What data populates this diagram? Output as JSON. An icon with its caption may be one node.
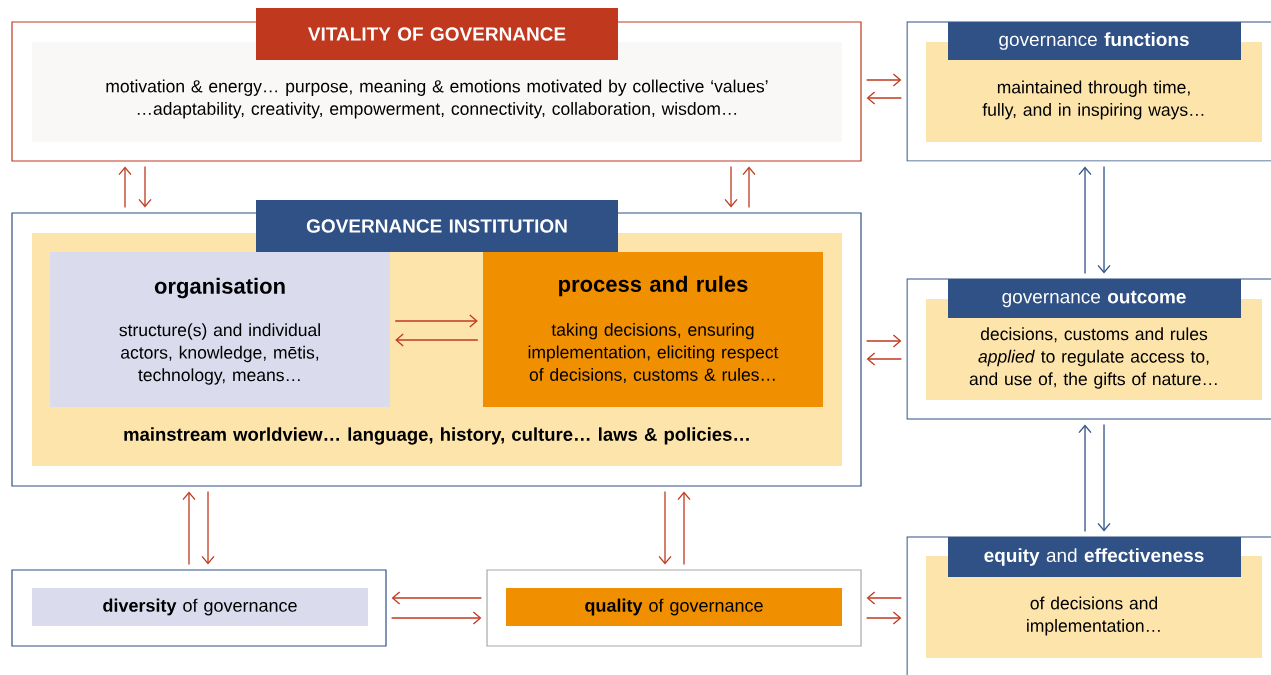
{
  "diagram": {
    "nodes": [
      {
        "text": [
          "VITALITY OF GOVERNANCE",
          "motivation & energy… purpose, meaning & emotions motivated by collective ‘values’ …adaptability, creativity, empowerment, connectivity, collaboration, wisdom…"
        ]
      },
      {
        "text": [
          "governance **functions**",
          "maintained through time, fully, and in inspiring ways…"
        ]
      },
      {
        "text": [
          "GOVERNANCE INSTITUTION",
          "mainstream worldview… language, history, culture… laws & policies…"
        ]
      },
      {
        "text": [
          "organisation",
          "structure(s) and individual actors, knowledge, mētis, technology, means…"
        ],
        "in": 2
      },
      {
        "text": [
          "process and rules",
          "taking decisions, ensuring implementation, eliciting respect of decisions, customs & rules…"
        ],
        "in": 2
      },
      {
        "text": [
          "governance **outcome**",
          "decisions, customs and rules *applied* to regulate access to, and use of, the gifts of nature…"
        ]
      },
      {
        "text": [
          "**diversity** of governance"
        ]
      },
      {
        "text": [
          "**quality** of governance"
        ]
      },
      {
        "text": [
          "**equity** and **effectiveness**",
          "of decisions and implementation…"
        ]
      }
    ],
    "edges": [
      {
        "from": 0,
        "to": 1,
        "arrow": "to"
      },
      {
        "from": 1,
        "to": 0,
        "arrow": "to"
      },
      {
        "from": 2,
        "to": 0,
        "arrow": "to"
      },
      {
        "from": 0,
        "to": 2,
        "arrow": "to"
      },
      {
        "from": 0,
        "to": 2,
        "arrow": "to"
      },
      {
        "from": 2,
        "to": 0,
        "arrow": "to"
      },
      {
        "from": 3,
        "to": 4,
        "arrow": "to"
      },
      {
        "from": 4,
        "to": 3,
        "arrow": "to"
      },
      {
        "from": 2,
        "to": 5,
        "arrow": "to"
      },
      {
        "from": 5,
        "to": 2,
        "arrow": "to"
      },
      {
        "from": 5,
        "to": 1,
        "arrow": "to",
        "color": "#2f5186"
      },
      {
        "from": 1,
        "to": 5,
        "arrow": "to",
        "color": "#2f5186"
      },
      {
        "from": 8,
        "to": 5,
        "arrow": "to",
        "color": "#2f5186"
      },
      {
        "from": 5,
        "to": 8,
        "arrow": "to",
        "color": "#2f5186"
      },
      {
        "from": 6,
        "to": 2,
        "arrow": "to"
      },
      {
        "from": 2,
        "to": 6,
        "arrow": "to"
      },
      {
        "from": 2,
        "to": 7,
        "arrow": "to"
      },
      {
        "from": 7,
        "to": 2,
        "arrow": "to"
      },
      {
        "from": 7,
        "to": 6,
        "arrow": "to"
      },
      {
        "from": 6,
        "to": 7,
        "arrow": "to"
      },
      {
        "from": 8,
        "to": 7,
        "arrow": "to"
      },
      {
        "from": 7,
        "to": 8,
        "arrow": "to"
      }
    ]
  }
}
